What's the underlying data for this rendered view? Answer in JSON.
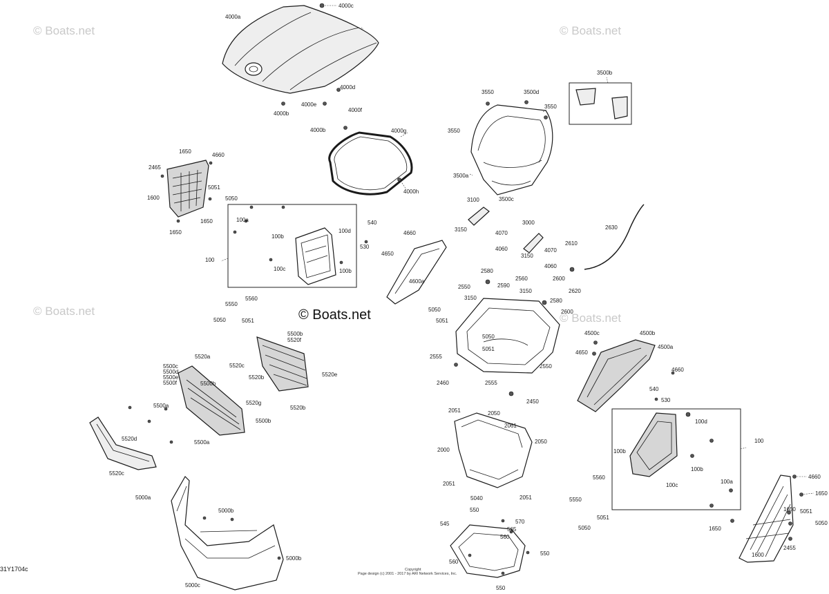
{
  "watermarks": {
    "small": "© Boats.net",
    "main": "© Boats.net"
  },
  "footer": {
    "copyright_title": "Copyright",
    "copyright_text": "Page design (c) 2001 - 2017 by ARI Network Services, Inc.",
    "diagram_code": "31Y1704c"
  },
  "labels": [
    "4000c",
    "4000a",
    "4000d",
    "4000e",
    "4000f",
    "4000b",
    "4000b",
    "4000g",
    "4000h",
    "1650",
    "4660",
    "2465",
    "1600",
    "5051",
    "5050",
    "1650",
    "1650",
    "100a",
    "100b",
    "100c",
    "100d",
    "100b",
    "100",
    "540",
    "530",
    "5560",
    "5550",
    "5050",
    "5051",
    "3550",
    "3500d",
    "3550",
    "3500b",
    "3550",
    "3500a",
    "3500c",
    "3100",
    "3000",
    "3150",
    "4070",
    "4060",
    "4070",
    "3150",
    "4060",
    "2630",
    "2610",
    "2600",
    "2620",
    "4660",
    "4650",
    "4600a",
    "2580",
    "2560",
    "2550",
    "2590",
    "3150",
    "3150",
    "2580",
    "2600",
    "5050",
    "5051",
    "5050",
    "5051",
    "2555",
    "2460",
    "2555",
    "2550",
    "2450",
    "4500c",
    "4500b",
    "4500a",
    "4650",
    "4660",
    "540",
    "530",
    "5500b",
    "5520f",
    "5520e",
    "5520a",
    "5520c",
    "5500c",
    "5500d",
    "5500e",
    "5500f",
    "5500b",
    "5520b",
    "5520g",
    "5520b",
    "5500b",
    "5500a",
    "5520d",
    "5500a",
    "5520c",
    "2051",
    "2050",
    "2061",
    "2050",
    "2000",
    "2051",
    "5040",
    "2051",
    "100d",
    "100b",
    "100",
    "100c",
    "100b",
    "100a",
    "5560",
    "5550",
    "5051",
    "5050",
    "4660",
    "1650",
    "5051",
    "5050",
    "1650",
    "1650",
    "1600",
    "2455",
    "5000a",
    "5000b",
    "5000b",
    "5000c",
    "545",
    "550",
    "570",
    "565",
    "560",
    "550",
    "560",
    "550"
  ]
}
